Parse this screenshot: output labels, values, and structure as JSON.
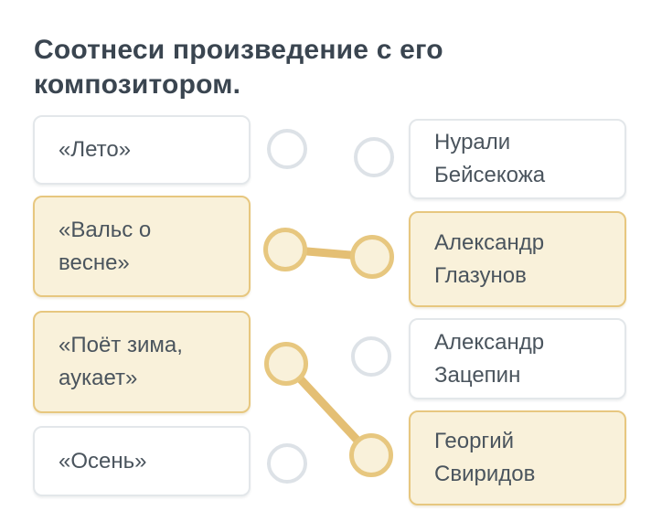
{
  "title": "Соотнеси произведение с его композитором.",
  "left_column": {
    "items": [
      {
        "label": "«Лето»",
        "highlighted": false
      },
      {
        "label": "«Вальс о весне»",
        "highlighted": true
      },
      {
        "label": "«Поёт зима, аукает»",
        "highlighted": true
      },
      {
        "label": "«Осень»",
        "highlighted": false
      }
    ]
  },
  "right_column": {
    "items": [
      {
        "label": "Нурали Бейсекожа",
        "highlighted": false
      },
      {
        "label": "Александр Глазунов",
        "highlighted": true
      },
      {
        "label": "Александр Зацепин",
        "highlighted": false
      },
      {
        "label": "Георгий Свиридов",
        "highlighted": true
      }
    ]
  },
  "connections": [
    {
      "from": "«Вальс о весне»",
      "to": "Александр Глазунов"
    },
    {
      "from": "«Поёт зима, аукает»",
      "to": "Георгий Свиридов"
    }
  ],
  "colors": {
    "accent_tan": "#e7c77f",
    "accent_cream": "#f9f1da",
    "connector_line": "#e4bf74",
    "idle_border": "#e3e7ea",
    "idle_circle_border": "#dde2e7",
    "text": "#4a545d",
    "title_text": "#3a4550",
    "background": "#ffffff"
  }
}
